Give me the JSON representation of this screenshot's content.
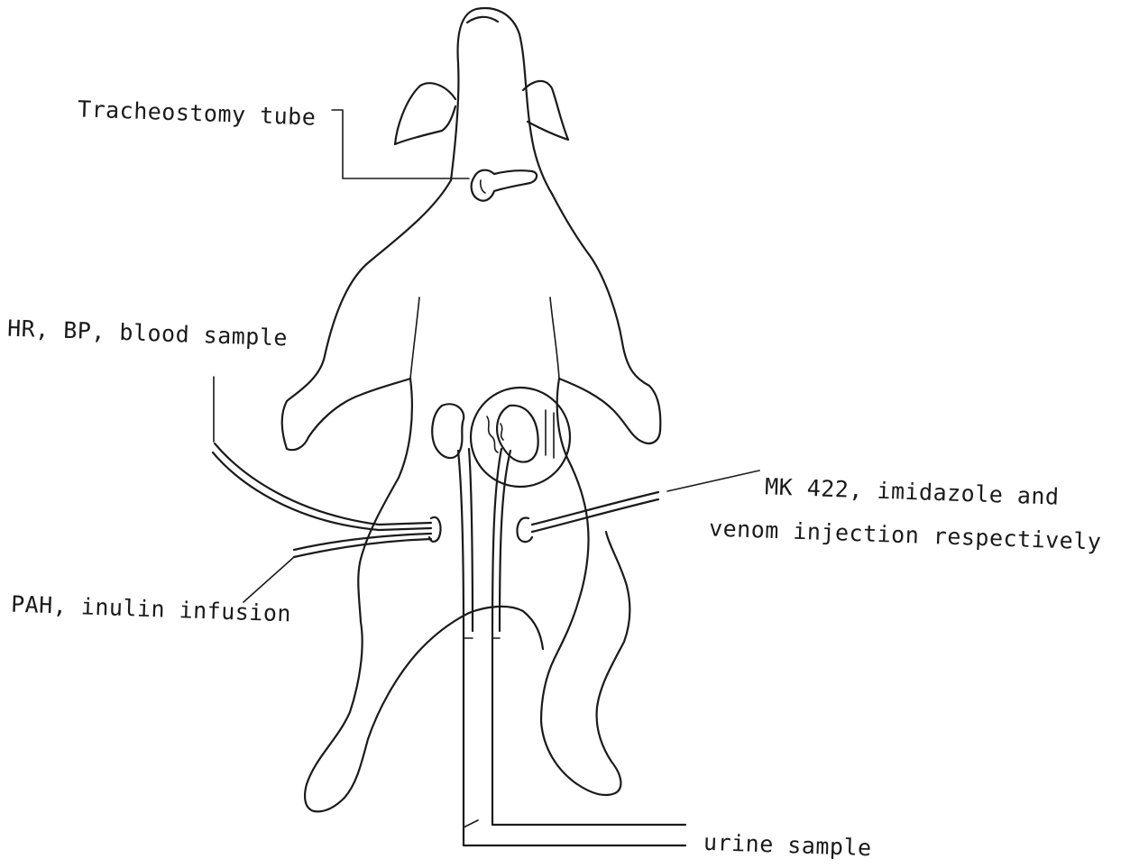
{
  "labels": {
    "tracheostomy": "Tracheostomy tube",
    "hr_bp": "HR, BP, blood sample",
    "pah": "PAH, inulin infusion",
    "mk_line1": "MK 422, imidazole and",
    "mk_line2": "venom injection respectively",
    "urine": "urine sample"
  }
}
